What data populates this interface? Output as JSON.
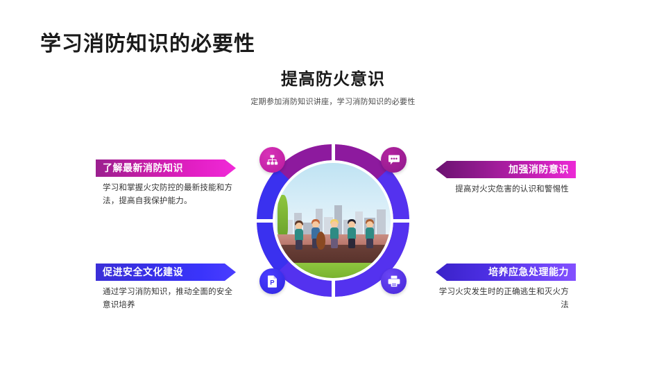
{
  "slide": {
    "title": "学习消防知识的必要性",
    "background_color": "#ffffff"
  },
  "center_heading": {
    "title": "提高防火意识",
    "subtitle": "定期参加消防知识讲座，学习消防知识的必要性"
  },
  "items": [
    {
      "id": "top-left",
      "label": "了解最新消防知识",
      "description": "学习和掌握火灾防控的最新技能和方法，提高自我保护能力。",
      "accent_color": "#d11fb8",
      "arrow": "right"
    },
    {
      "id": "top-right",
      "label": "加强消防意识",
      "description": "提高对火灾危害的认识和警惕性",
      "accent_color": "#a81a96",
      "arrow": "left"
    },
    {
      "id": "bottom-left",
      "label": "促进安全文化建设",
      "description": "通过学习消防知识，推动全面的安全意识培养",
      "accent_color": "#3a34f0",
      "arrow": "right"
    },
    {
      "id": "bottom-right",
      "label": "培养应急处理能力",
      "description": "学习火灾发生时的正确逃生和灭火方法",
      "accent_color": "#5a32ef",
      "arrow": "left"
    }
  ],
  "center_graphic": {
    "ring_colors": {
      "top_left": "#c41aa8",
      "top_right": "#8d1a9e",
      "bottom_left": "#3a31ef",
      "bottom_right": "#5432ef"
    },
    "badges": [
      {
        "position": "top-left",
        "icon": "org-chart-icon"
      },
      {
        "position": "top-right",
        "icon": "chat-bubble-icon"
      },
      {
        "position": "bottom-left",
        "icon": "presentation-file-icon"
      },
      {
        "position": "bottom-right",
        "icon": "printer-icon"
      }
    ],
    "photo": {
      "description": "卡通乐队在舞台上演出，背景为城市天际线"
    }
  }
}
